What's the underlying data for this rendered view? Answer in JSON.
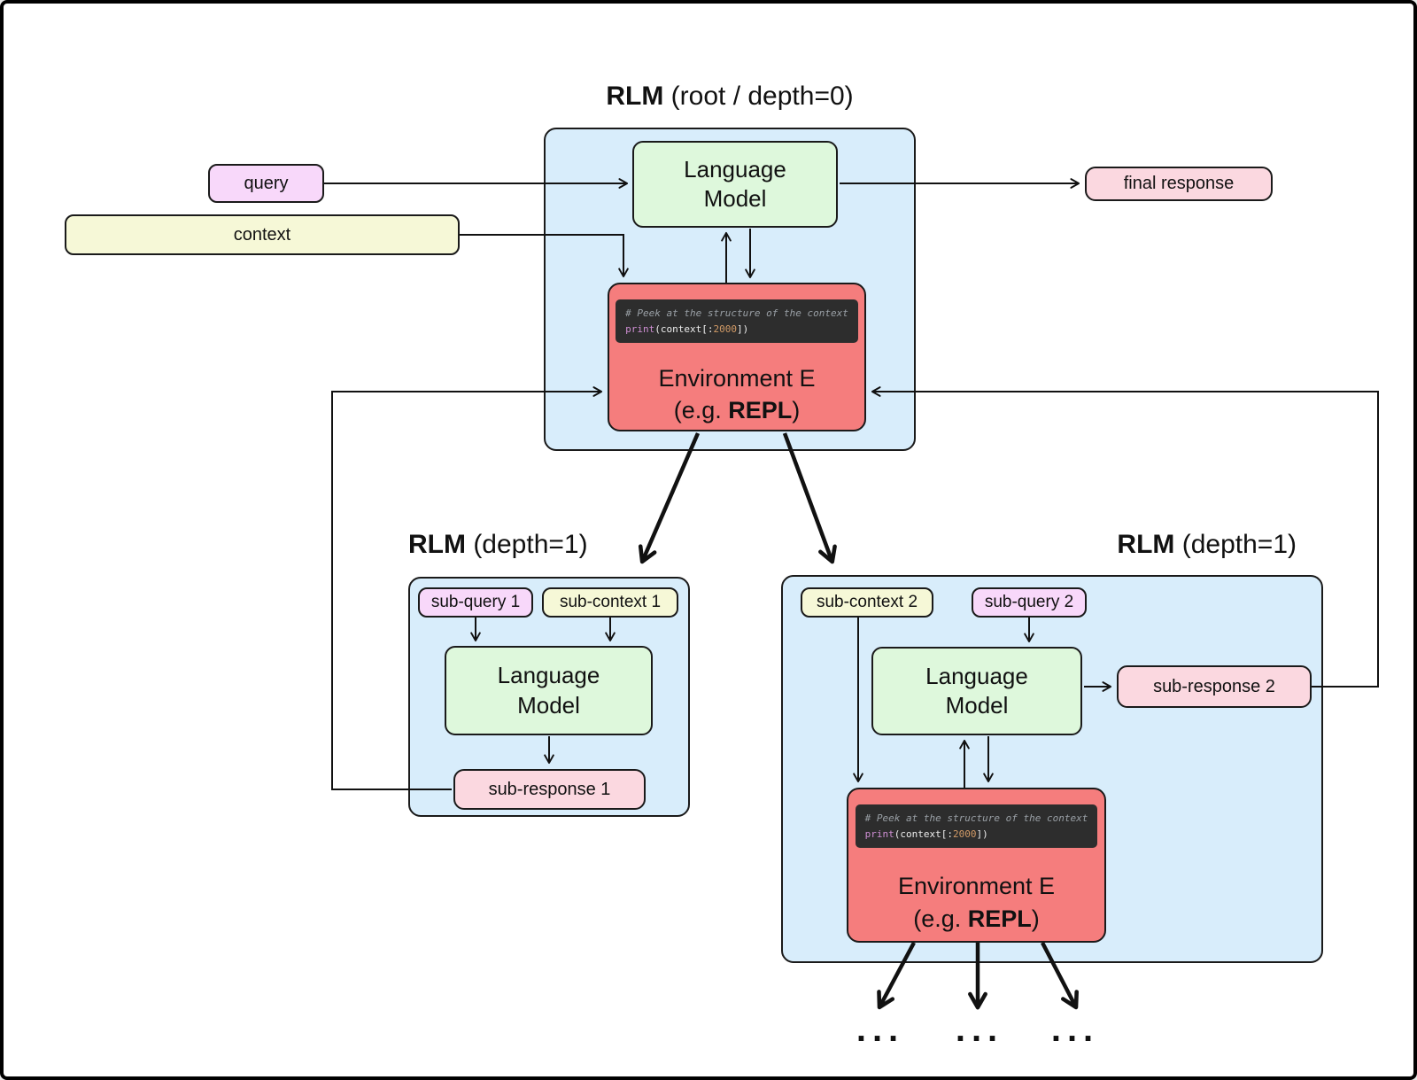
{
  "diagram": {
    "root": {
      "title": {
        "bold": "RLM",
        "rest": " (root / depth=0)"
      },
      "language_model": {
        "line1": "Language",
        "line2": "Model"
      },
      "environment": {
        "title": "Environment E",
        "subtitle": {
          "prefix": "(e.g. ",
          "bold": "REPL",
          "suffix": ")"
        },
        "code": {
          "comment": "# Peek at the structure of the context",
          "keyword": "print",
          "open": "(context[:",
          "number": "2000",
          "close": "])"
        }
      }
    },
    "inputs": {
      "query": "query",
      "context": "context"
    },
    "output": {
      "final_response": "final response"
    },
    "left_rlm": {
      "title": {
        "bold": "RLM",
        "rest": " (depth=1)"
      },
      "sub_query": "sub-query 1",
      "sub_context": "sub-context 1",
      "language_model": {
        "line1": "Language",
        "line2": "Model"
      },
      "sub_response": "sub-response 1"
    },
    "right_rlm": {
      "title": {
        "bold": "RLM",
        "rest": " (depth=1)"
      },
      "sub_context": "sub-context 2",
      "sub_query": "sub-query 2",
      "language_model": {
        "line1": "Language",
        "line2": "Model"
      },
      "sub_response": "sub-response 2",
      "environment": {
        "title": "Environment E",
        "subtitle": {
          "prefix": "(e.g. ",
          "bold": "REPL",
          "suffix": ")"
        },
        "code": {
          "comment": "# Peek at the structure of the context",
          "keyword": "print",
          "open": "(context[:",
          "number": "2000",
          "close": "])"
        }
      }
    },
    "recursion_ellipsis": [
      "...",
      "...",
      "..."
    ]
  },
  "colors": {
    "container_bg": "#d8edfb",
    "language_model_bg": "#def8dc",
    "environment_bg": "#f57d7d",
    "query_bg": "#f8d8fa",
    "context_bg": "#f6f8d7",
    "response_bg": "#fbd8e0",
    "code_bg": "#2d2d2d",
    "code_comment": "#9aa0a6",
    "code_keyword": "#cf8fd4",
    "code_number": "#d19a66",
    "stroke": "#111111"
  }
}
